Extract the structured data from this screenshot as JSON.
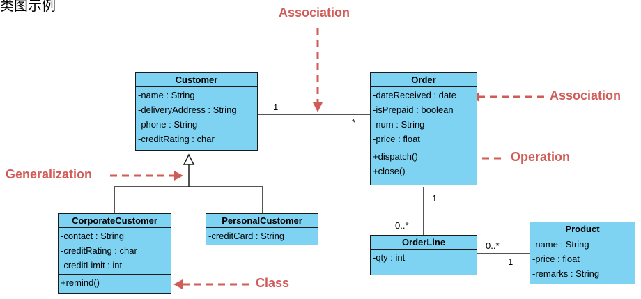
{
  "caption": "类图示例",
  "colors": {
    "class_fill": "#7fd3f2",
    "annotation": "#d05c58",
    "line": "#1b1b1b"
  },
  "classes": {
    "customer": {
      "name": "Customer",
      "attributes": [
        "-name : String",
        "-deliveryAddress : String",
        "-phone : String",
        "-creditRating : char"
      ]
    },
    "order": {
      "name": "Order",
      "attributes": [
        "-dateReceived : date",
        "-isPrepaid : boolean",
        "-num : String",
        "-price : float"
      ],
      "operations": [
        "+dispatch()",
        "+close()"
      ]
    },
    "corporate": {
      "name": "CorporateCustomer",
      "attributes": [
        "-contact : String",
        "-creditRating : char",
        "-creditLimit : int"
      ],
      "operations": [
        "+remind()"
      ]
    },
    "personal": {
      "name": "PersonalCustomer",
      "attributes": [
        "-creditCard : String"
      ]
    },
    "orderline": {
      "name": "OrderLine",
      "attributes": [
        "-qty : int"
      ]
    },
    "product": {
      "name": "Product",
      "attributes": [
        "-name : String",
        "-price : float",
        "-remarks : String"
      ]
    }
  },
  "multiplicities": {
    "customer_order_customer_end": "1",
    "customer_order_order_end": "*",
    "order_line_order_end": "1",
    "order_line_line_end": "0..*",
    "line_product_line_end": "0..*",
    "line_product_product_end": "1"
  },
  "annotations": {
    "association_top": "Association",
    "association_right": "Association",
    "operation": "Operation",
    "generalization": "Generalization",
    "class": "Class"
  }
}
